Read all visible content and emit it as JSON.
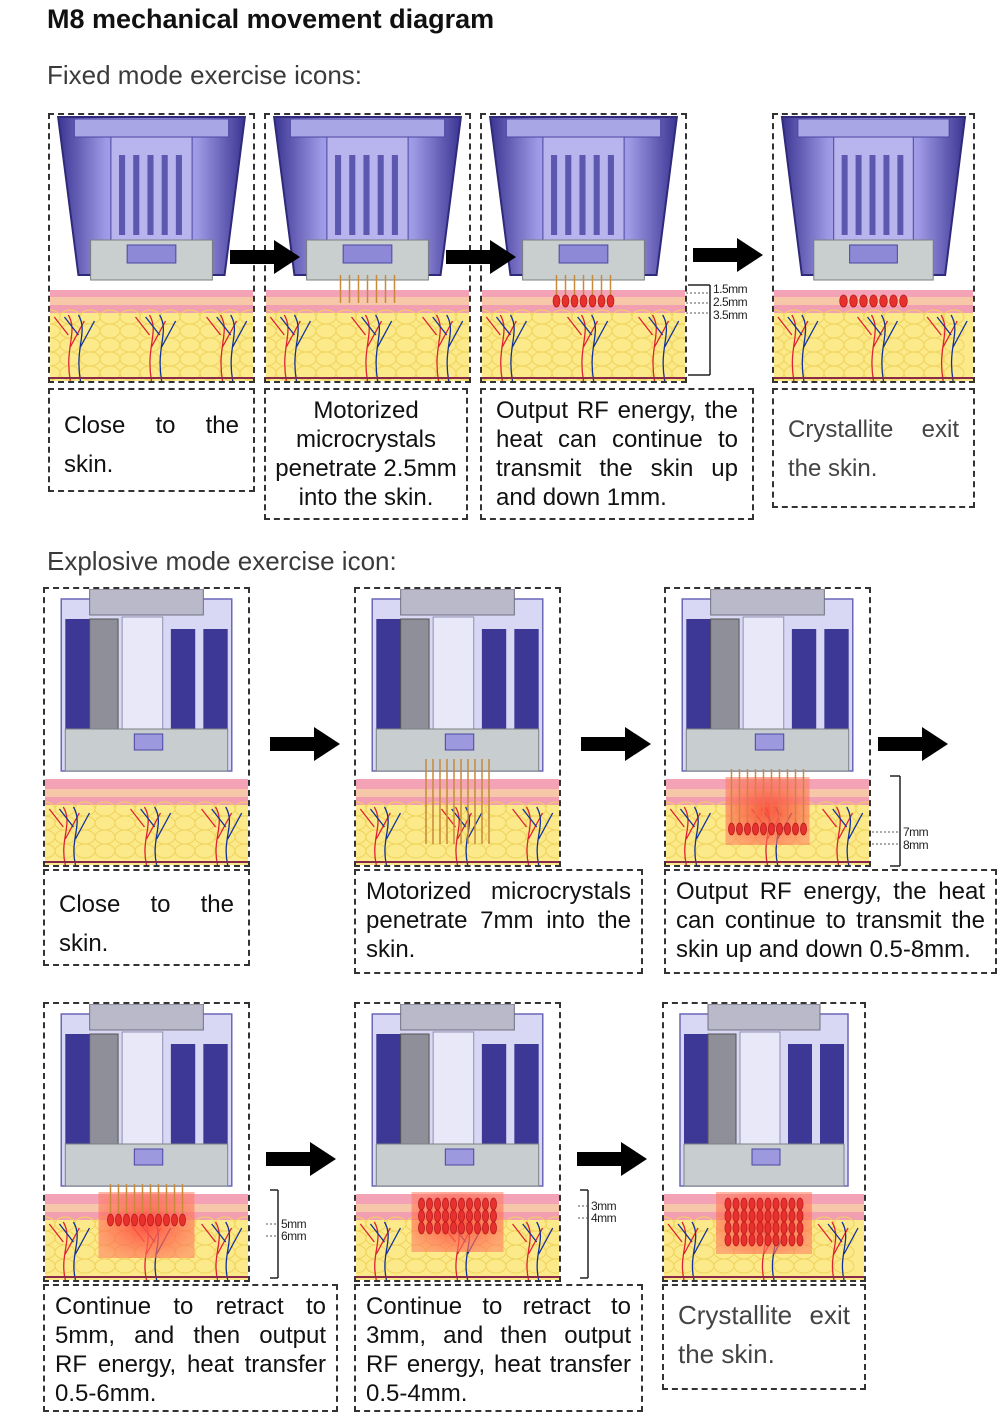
{
  "title": "M8 mechanical movement diagram",
  "fixed": {
    "heading": "Fixed mode exercise icons:",
    "captions": [
      "Close to the skin.",
      "Motorized microcrystals penetrate 2.5mm into the skin.",
      "Output RF energy, the heat can continue to transmit the skin up and down 1mm.",
      "Crystallite exit the skin."
    ],
    "scale": [
      "1.5mm",
      "2.5mm",
      "3.5mm"
    ]
  },
  "explosive": {
    "heading": "Explosive mode exercise icon:",
    "captions": [
      "Close to the skin.",
      "Motorized microcrystals penetrate 7mm into the skin.",
      "Output RF energy, the heat can continue to transmit the skin up and down 0.5-8mm.",
      "Continue to retract to 5mm, and then output RF energy, heat transfer 0.5-6mm.",
      "Continue to retract to 3mm, and then output RF energy, heat transfer 0.5-4mm.",
      "Crystallite exit the skin."
    ],
    "scale_a": [
      "7mm",
      "8mm"
    ],
    "scale_b": [
      "5mm",
      "6mm"
    ],
    "scale_c": [
      "3mm",
      "4mm"
    ]
  },
  "colors": {
    "device": "#8a86d8",
    "device_dark": "#3f3a9a",
    "skin_top": "#f5a7b9",
    "skin_mid": "#f7d5a4",
    "fat": "#fbe98a",
    "rf": "#e52d2d"
  },
  "icons": [
    "right-arrow-icon",
    "handpiece-icon",
    "skin-layer-icon",
    "microneedle-icon",
    "rf-energy-icon"
  ]
}
